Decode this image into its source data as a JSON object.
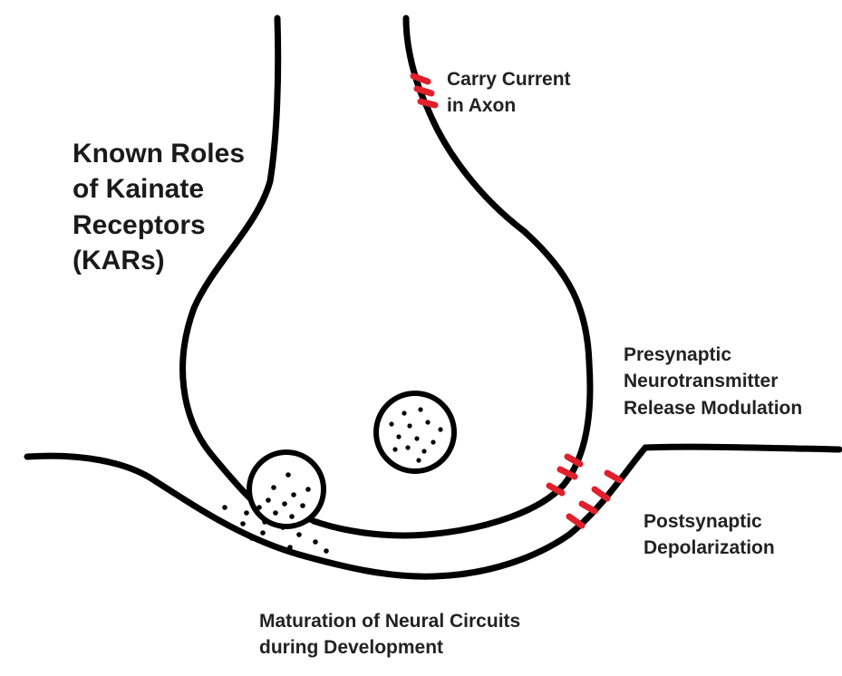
{
  "title": {
    "lines": [
      "Known Roles",
      "of Kainate",
      "Receptors",
      "(KARs)"
    ]
  },
  "labels": {
    "axon": [
      "Carry Current",
      "in Axon"
    ],
    "presynaptic": [
      "Presynaptic",
      "Neurotransmitter",
      "Release Modulation"
    ],
    "postsynaptic": [
      "Postsynaptic",
      "Depolarization"
    ],
    "maturation": [
      "Maturation of Neural Circuits",
      "during Development"
    ]
  },
  "colors": {
    "outline": "#000000",
    "receptor": "#e0202a",
    "text": "#222222",
    "background": "#ffffff"
  }
}
